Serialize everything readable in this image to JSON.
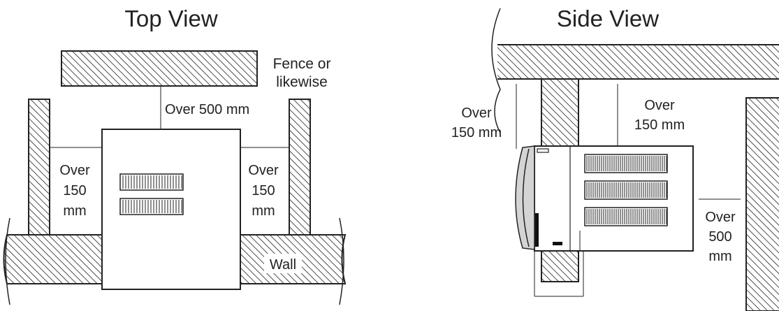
{
  "top_view": {
    "title": "Top View",
    "fence_label": {
      "line1": "Fence or",
      "line2": "likewise"
    },
    "front_clearance": "Over 500 mm",
    "left_clearance": {
      "line1": "Over",
      "line2": "150",
      "line3": "mm"
    },
    "right_clearance": {
      "line1": "Over",
      "line2": "150",
      "line3": "mm"
    },
    "wall_label": "Wall"
  },
  "side_view": {
    "title": "Side View",
    "left_clearance": {
      "line1": "Over",
      "line2": "150 mm"
    },
    "right_clearance": {
      "line1": "Over",
      "line2": "150 mm"
    },
    "rear_clearance": {
      "line1": "Over",
      "line2": "500",
      "line3": "mm"
    }
  },
  "colors": {
    "line": "#222222",
    "hatch": "#222222",
    "panel": "#d4d4d4",
    "background": "#ffffff"
  }
}
